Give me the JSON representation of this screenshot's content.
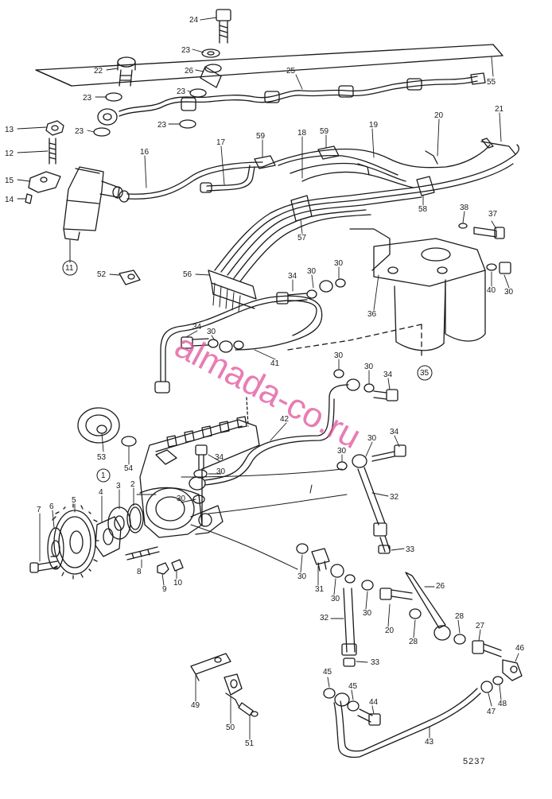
{
  "drawing_number": "5237",
  "watermark": "almada-co.ru",
  "colors": {
    "ink": "#1a1a1a",
    "paper": "#ffffff",
    "watermark": "#e0529a"
  },
  "callouts": [
    {
      "id": "c24",
      "label": "24"
    },
    {
      "id": "c23a",
      "label": "23"
    },
    {
      "id": "c26a",
      "label": "26"
    },
    {
      "id": "c23b",
      "label": "23"
    },
    {
      "id": "c22",
      "label": "22"
    },
    {
      "id": "c23c",
      "label": "23"
    },
    {
      "id": "c23d",
      "label": "23"
    },
    {
      "id": "c23e",
      "label": "23"
    },
    {
      "id": "c25",
      "label": "25"
    },
    {
      "id": "c55",
      "label": "55"
    },
    {
      "id": "c13",
      "label": "13"
    },
    {
      "id": "c12",
      "label": "12"
    },
    {
      "id": "c15",
      "label": "15"
    },
    {
      "id": "c14",
      "label": "14"
    },
    {
      "id": "c11",
      "label": "11",
      "circled": true
    },
    {
      "id": "c16",
      "label": "16"
    },
    {
      "id": "c17",
      "label": "17"
    },
    {
      "id": "c59a",
      "label": "59"
    },
    {
      "id": "c18",
      "label": "18"
    },
    {
      "id": "c59b",
      "label": "59"
    },
    {
      "id": "c19",
      "label": "19"
    },
    {
      "id": "c20a",
      "label": "20"
    },
    {
      "id": "c21",
      "label": "21"
    },
    {
      "id": "c58",
      "label": "58"
    },
    {
      "id": "c57",
      "label": "57"
    },
    {
      "id": "c56",
      "label": "56"
    },
    {
      "id": "c52",
      "label": "52"
    },
    {
      "id": "c38",
      "label": "38"
    },
    {
      "id": "c37",
      "label": "37"
    },
    {
      "id": "c34a",
      "label": "34"
    },
    {
      "id": "c30a",
      "label": "30"
    },
    {
      "id": "c30b",
      "label": "30"
    },
    {
      "id": "c40",
      "label": "40"
    },
    {
      "id": "c30c",
      "label": "30"
    },
    {
      "id": "c36",
      "label": "36"
    },
    {
      "id": "c34b",
      "label": "34"
    },
    {
      "id": "c30d",
      "label": "30"
    },
    {
      "id": "c41",
      "label": "41"
    },
    {
      "id": "c30e",
      "label": "30"
    },
    {
      "id": "c30f",
      "label": "30"
    },
    {
      "id": "c34c",
      "label": "34"
    },
    {
      "id": "c35",
      "label": "35",
      "circled": true
    },
    {
      "id": "c42",
      "label": "42"
    },
    {
      "id": "c53",
      "label": "53"
    },
    {
      "id": "c54",
      "label": "54"
    },
    {
      "id": "c1",
      "label": "1",
      "circled": true
    },
    {
      "id": "c34d",
      "label": "34"
    },
    {
      "id": "c30g",
      "label": "30"
    },
    {
      "id": "c34e",
      "label": "34"
    },
    {
      "id": "c30h",
      "label": "30"
    },
    {
      "id": "c30i",
      "label": "30"
    },
    {
      "id": "c32a",
      "label": "32"
    },
    {
      "id": "c33a",
      "label": "33"
    },
    {
      "id": "c7",
      "label": "7"
    },
    {
      "id": "c6",
      "label": "6"
    },
    {
      "id": "c5",
      "label": "5"
    },
    {
      "id": "c4",
      "label": "4"
    },
    {
      "id": "c3",
      "label": "3"
    },
    {
      "id": "c2",
      "label": "2"
    },
    {
      "id": "c30j",
      "label": "30"
    },
    {
      "id": "c8",
      "label": "8"
    },
    {
      "id": "c9",
      "label": "9"
    },
    {
      "id": "c10",
      "label": "10"
    },
    {
      "id": "c30k",
      "label": "30"
    },
    {
      "id": "c31",
      "label": "31"
    },
    {
      "id": "c30l",
      "label": "30"
    },
    {
      "id": "c30m",
      "label": "30"
    },
    {
      "id": "c32b",
      "label": "32"
    },
    {
      "id": "c20b",
      "label": "20"
    },
    {
      "id": "c26b",
      "label": "26"
    },
    {
      "id": "c28a",
      "label": "28"
    },
    {
      "id": "c28b",
      "label": "28"
    },
    {
      "id": "c27",
      "label": "27"
    },
    {
      "id": "c46",
      "label": "46"
    },
    {
      "id": "c33b",
      "label": "33"
    },
    {
      "id": "c47",
      "label": "47"
    },
    {
      "id": "c48",
      "label": "48"
    },
    {
      "id": "c45a",
      "label": "45"
    },
    {
      "id": "c45b",
      "label": "45"
    },
    {
      "id": "c44",
      "label": "44"
    },
    {
      "id": "c49",
      "label": "49"
    },
    {
      "id": "c50",
      "label": "50"
    },
    {
      "id": "c51",
      "label": "51"
    },
    {
      "id": "c43",
      "label": "43"
    }
  ]
}
